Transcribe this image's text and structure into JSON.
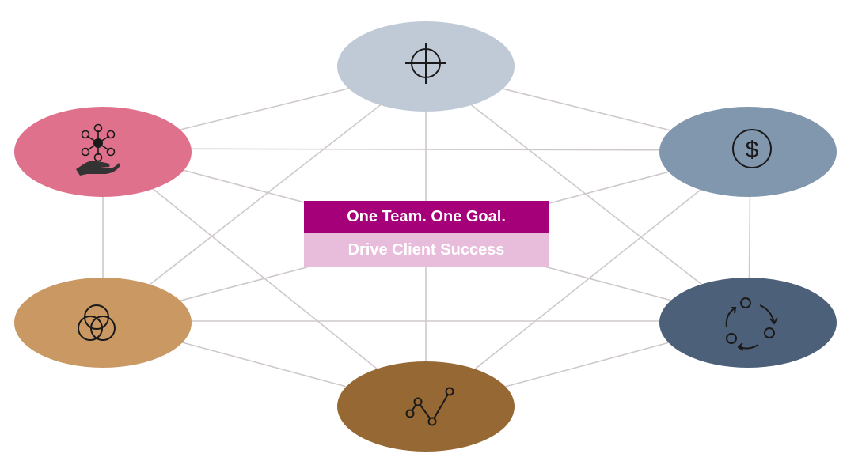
{
  "center": {
    "title": "One Team. One Goal.",
    "subtitle": "Drive Client Success",
    "title_bg": "#A5007A",
    "subtitle_bg": "#E8BCDB"
  },
  "nodes": [
    {
      "id": "top",
      "icon": "crosshair-icon",
      "color": "#C0CAD7"
    },
    {
      "id": "upper-right",
      "icon": "dollar-icon",
      "color": "#8097AE"
    },
    {
      "id": "lower-right",
      "icon": "cycle-arrows-icon",
      "color": "#4D6079"
    },
    {
      "id": "bottom",
      "icon": "line-graph-icon",
      "color": "#966834"
    },
    {
      "id": "lower-left",
      "icon": "venn-circles-icon",
      "color": "#C99863"
    },
    {
      "id": "upper-left",
      "icon": "hand-network-icon",
      "color": "#E0718C"
    }
  ],
  "connector_color": "#CFC8CB",
  "icon_color": "#1A1A1A"
}
